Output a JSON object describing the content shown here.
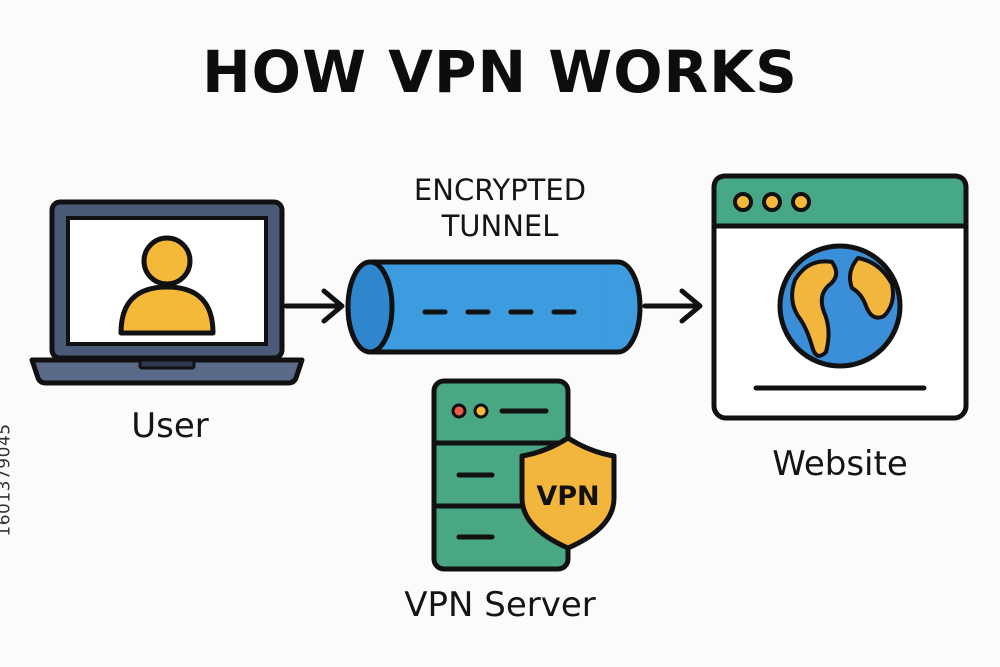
{
  "title": "HOW VPN WORKS",
  "nodes": {
    "user": {
      "label": "User",
      "icon": "laptop-user-icon"
    },
    "website": {
      "label": "Website",
      "icon": "browser-globe-icon"
    },
    "vpn_server": {
      "label": "VPN Server",
      "icon": "server-shield-icon",
      "badge": "VPN"
    }
  },
  "tunnel": {
    "label_line1": "ENCRYPTED",
    "label_line2": "TUNNEL",
    "icon": "tunnel-cylinder-icon"
  },
  "side_id": "1601379045",
  "colors": {
    "outline": "#111111",
    "laptop_frame": "#4a5a78",
    "user_yellow": "#f5b93a",
    "tunnel_blue": "#3d9be0",
    "tunnel_blue_dark": "#2f86cc",
    "browser_green": "#46a886",
    "server_green": "#4aa783",
    "globe_blue": "#3b8fd8",
    "shield_yellow": "#f3b63c"
  }
}
